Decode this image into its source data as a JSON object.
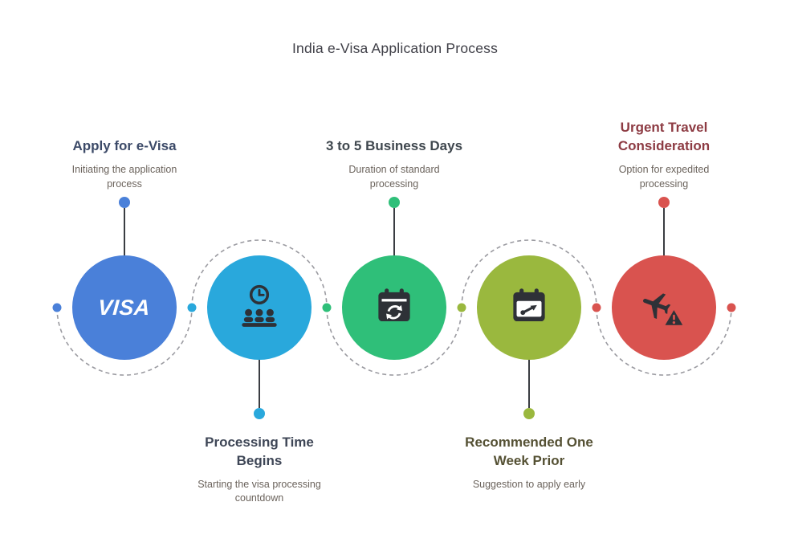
{
  "title": "India e-Visa Application Process",
  "steps": [
    {
      "title": "Apply for e-Visa",
      "desc": "Initiating the application process",
      "color": "#4a80d9",
      "title_color": "#3c4a68",
      "label_pos": "top",
      "icon": "visa-wordmark",
      "icon_text": "VISA"
    },
    {
      "title": "Processing Time Begins",
      "desc": "Starting the visa processing countdown",
      "color": "#29a8dc",
      "title_color": "#3e4656",
      "label_pos": "bottom",
      "icon": "queue-clock"
    },
    {
      "title": "3 to 5 Business Days",
      "desc": "Duration of standard processing",
      "color": "#2fbf79",
      "title_color": "#3f474e",
      "label_pos": "top",
      "icon": "calendar-sync"
    },
    {
      "title": "Recommended One Week Prior",
      "desc": "Suggestion to apply early",
      "color": "#9ab83e",
      "title_color": "#555134",
      "label_pos": "bottom",
      "icon": "calendar-deadline"
    },
    {
      "title": "Urgent Travel Consideration",
      "desc": "Option for expedited processing",
      "color": "#d9534f",
      "title_color": "#8d3b43",
      "label_pos": "top",
      "icon": "plane-warning"
    }
  ],
  "connector_dots": [
    "#4a80d9",
    "#29a8dc",
    "#2fbf79",
    "#9ab83e",
    "#d9534f",
    "#d9534f"
  ],
  "colors": {
    "connector": "#9b9ba1",
    "stem": "#3a3d42",
    "icon": "#2e3137",
    "title": "#3f3f47",
    "desc_text": "#6b635c",
    "background": "#ffffff"
  }
}
